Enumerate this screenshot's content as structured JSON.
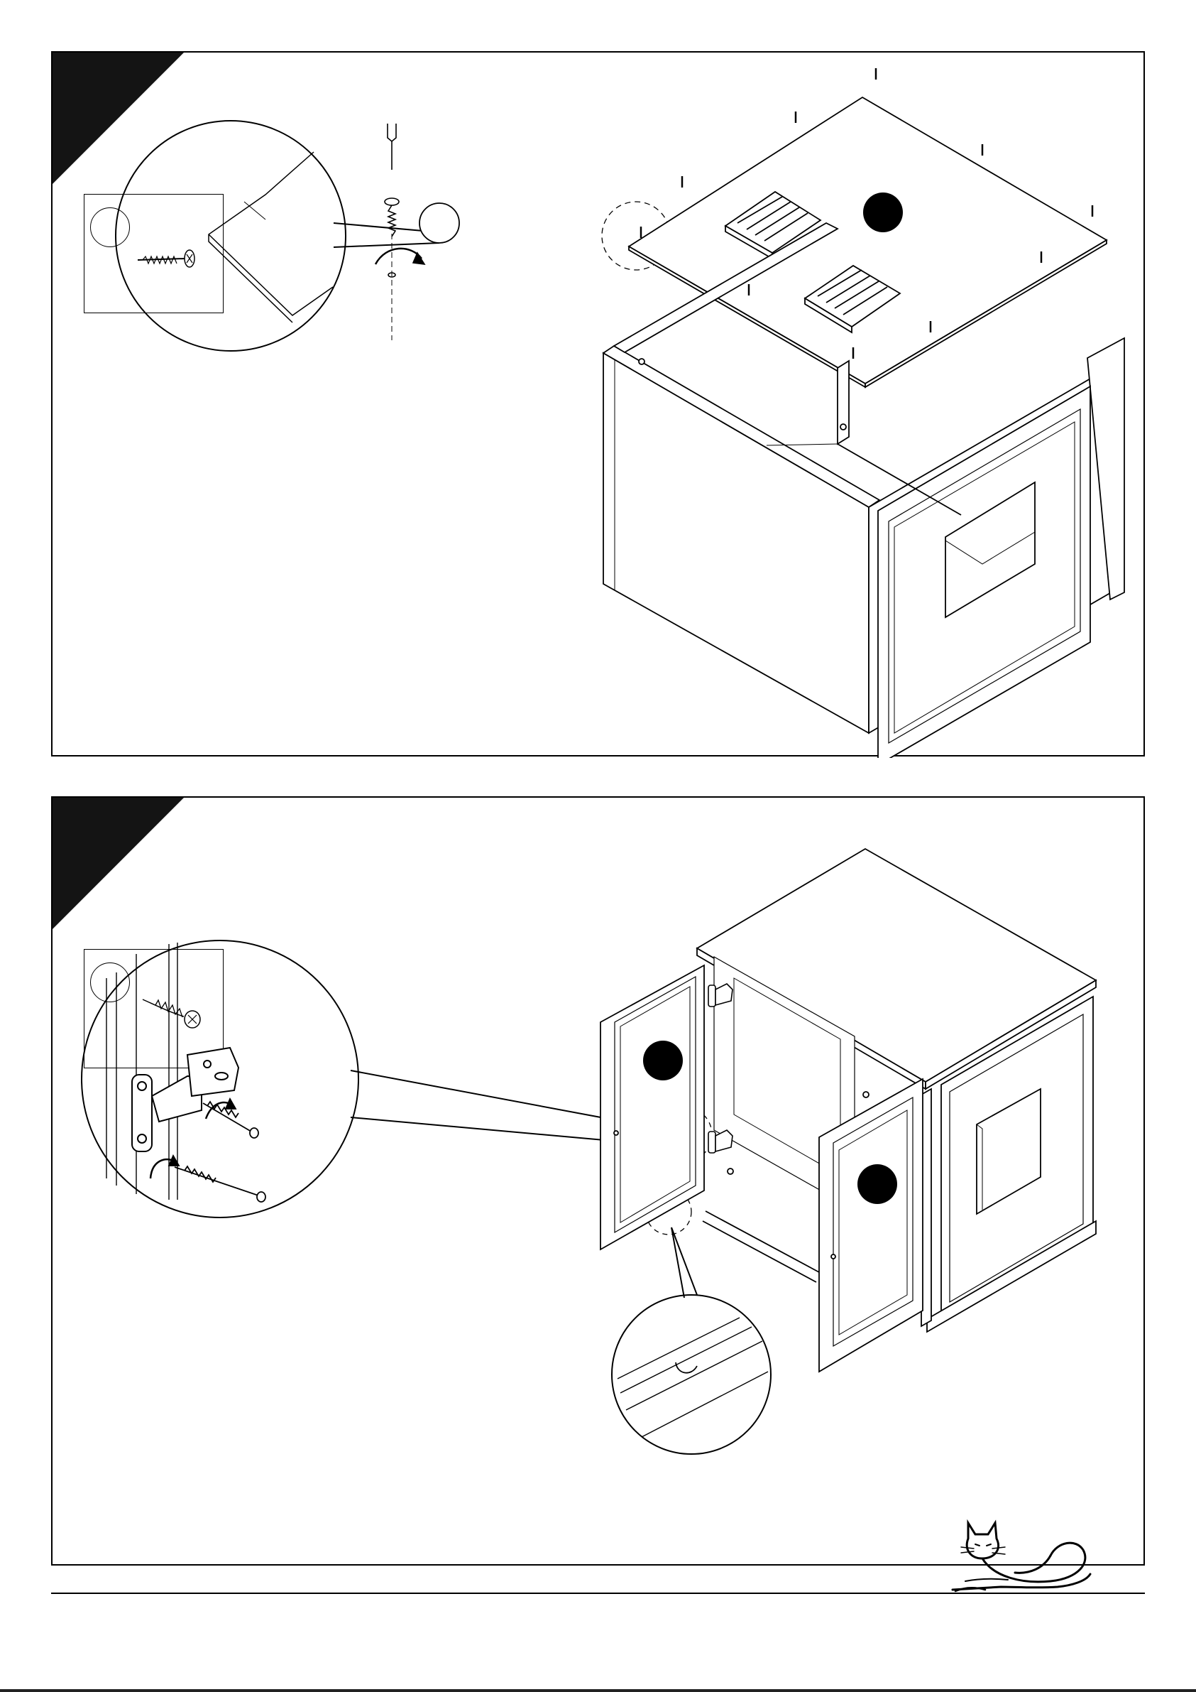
{
  "document": {
    "type": "assembly-instructions",
    "steps": [
      {
        "part_markers": 1,
        "hardware_markers": 2
      },
      {
        "part_markers": 2,
        "hardware_markers": 1
      }
    ]
  },
  "colors": {
    "ink": "#000000",
    "corner_fill": "#141414",
    "paper": "#ffffff"
  },
  "icons": {
    "screw": "screw-icon",
    "hinge": "hinge-icon",
    "cat_logo": "cat-logo-icon"
  }
}
